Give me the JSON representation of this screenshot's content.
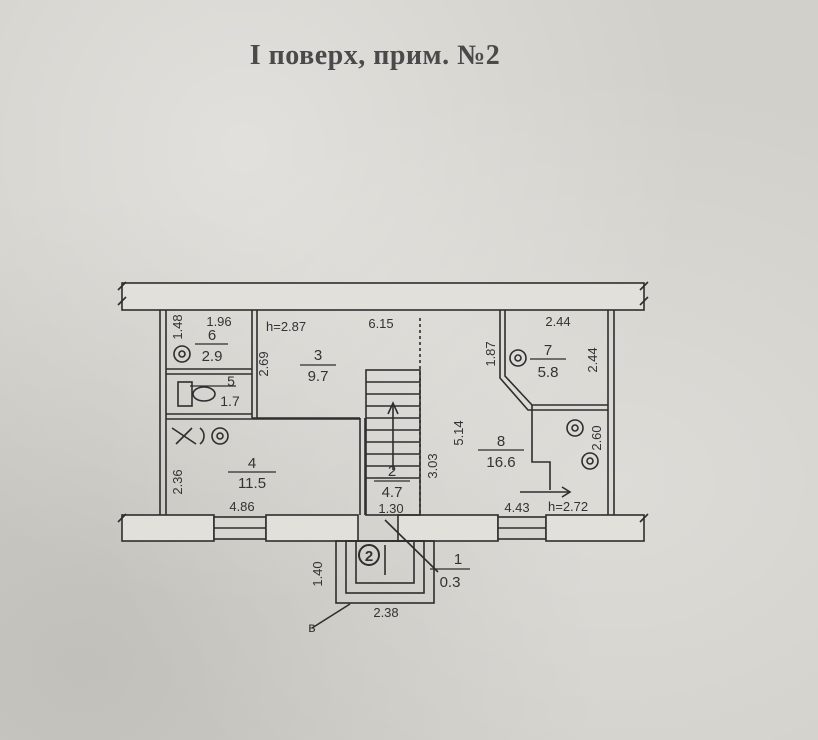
{
  "title": "I поверх, прим. №2",
  "rooms": [
    {
      "number": "1",
      "area": "0.3"
    },
    {
      "number": "2",
      "area": "4.7"
    },
    {
      "number": "3",
      "area": "9.7"
    },
    {
      "number": "4",
      "area": "11.5"
    },
    {
      "number": "5",
      "area": "1.7"
    },
    {
      "number": "6",
      "area": "2.9"
    },
    {
      "number": "7",
      "area": "5.8"
    },
    {
      "number": "8",
      "area": "16.6"
    }
  ],
  "stair_marker": "2",
  "ceiling_heights": [
    "h=2.87",
    "h=2.72"
  ],
  "dimensions": {
    "d_1_96": "1.96",
    "d_1_48": "1.48",
    "d_6_15": "6.15",
    "d_2_44_top": "2.44",
    "d_2_44_side": "2.44",
    "d_1_87": "1.87",
    "d_2_69": "2.69",
    "d_2_36": "2.36",
    "d_4_86": "4.86",
    "d_3_03": "3.03",
    "d_5_14": "5.14",
    "d_2_60": "2.60",
    "d_1_30": "1.30",
    "d_4_43": "4.43",
    "d_1_40": "1.40",
    "d_2_38": "2.38"
  },
  "entrance_mark": "в"
}
